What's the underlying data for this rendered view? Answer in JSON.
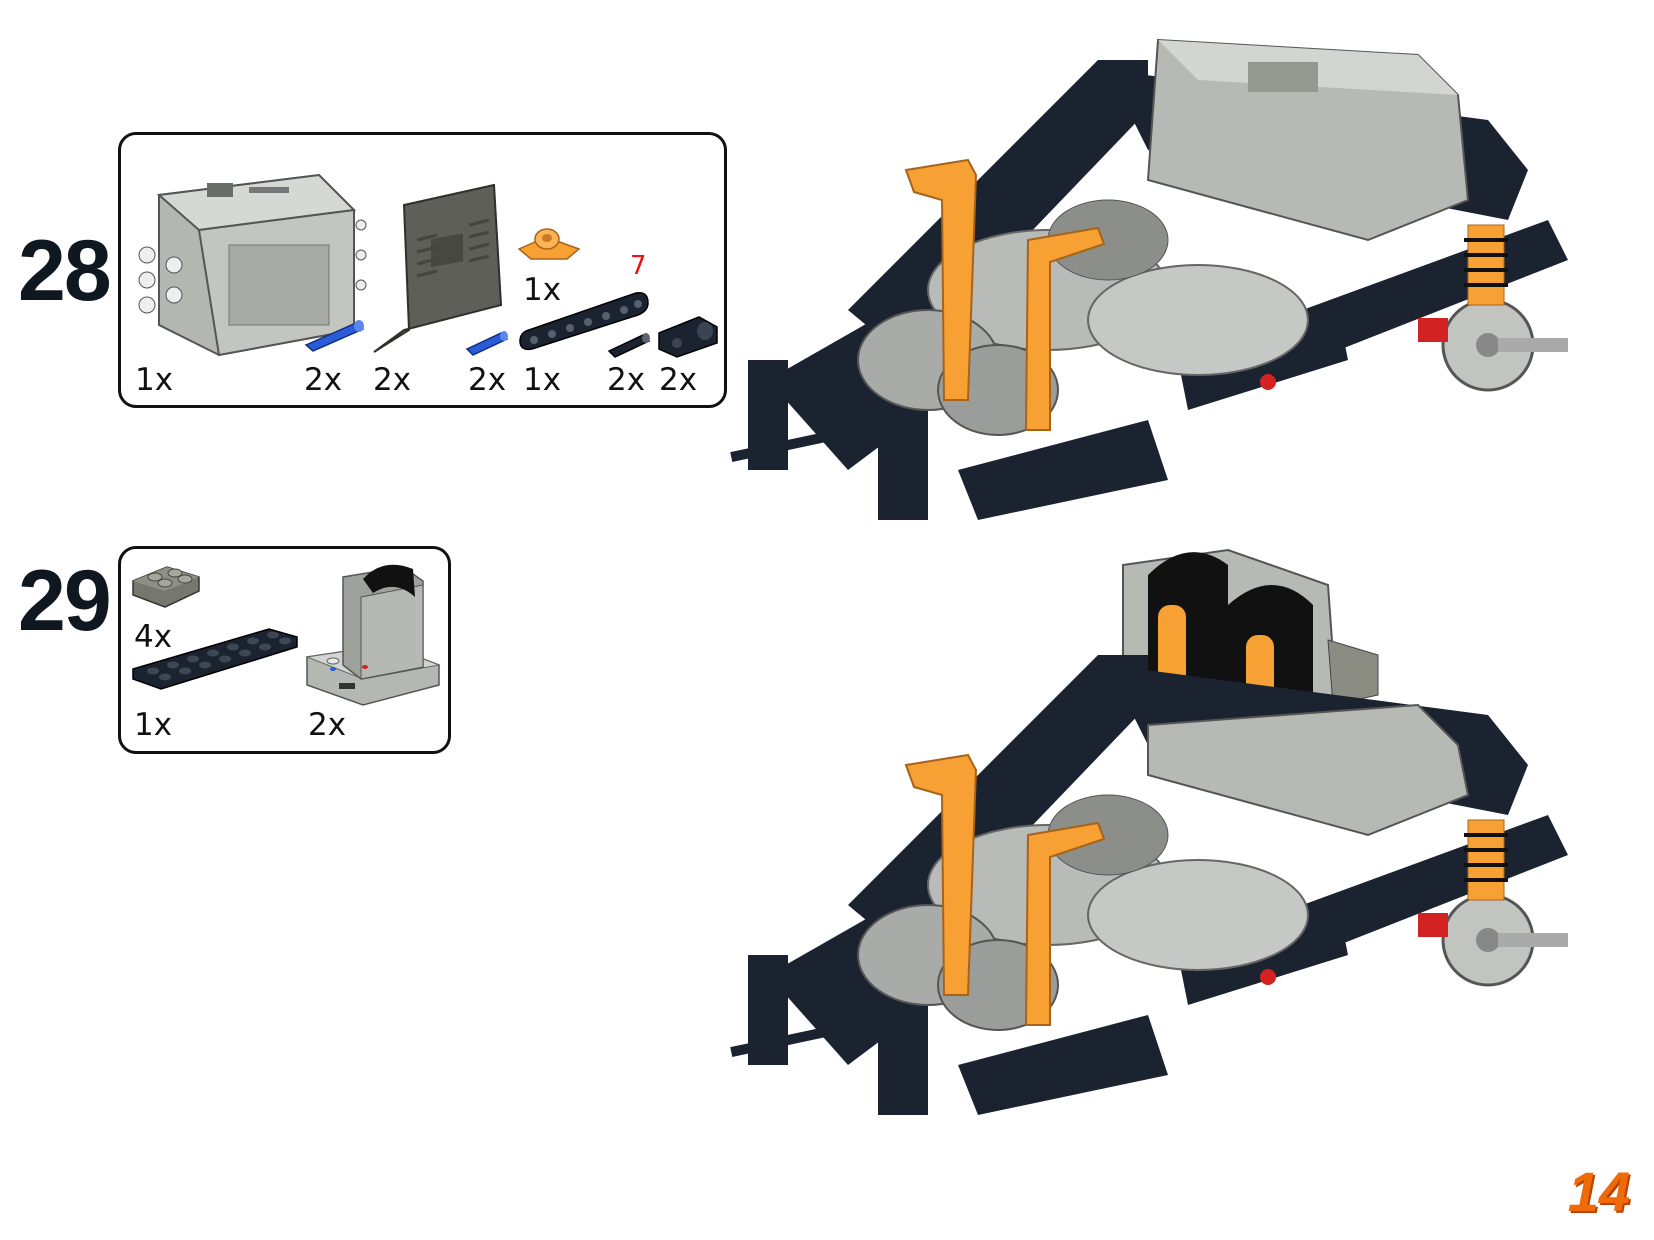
{
  "steps": [
    {
      "number": "28",
      "parts": [
        {
          "qty": "1x",
          "icon": "battery-box-icon"
        },
        {
          "qty": "2x",
          "icon": "blue-axle-pin-icon"
        },
        {
          "qty": "2x",
          "icon": "battery-cover-panel-icon"
        },
        {
          "qty": "2x",
          "icon": "blue-pin-icon"
        },
        {
          "qty": "1x",
          "icon": "orange-connector-icon"
        },
        {
          "qty": "1x",
          "icon": "liftarm-7-icon",
          "length": "7"
        },
        {
          "qty": "2x",
          "icon": "black-pin-icon"
        },
        {
          "qty": "2x",
          "icon": "black-cross-block-icon"
        }
      ]
    },
    {
      "number": "29",
      "parts": [
        {
          "qty": "4x",
          "icon": "grey-plate-2x2-icon"
        },
        {
          "qty": "1x",
          "icon": "black-plate-2x8-icon"
        },
        {
          "qty": "2x",
          "icon": "ir-receiver-icon"
        }
      ]
    }
  ],
  "page_number": "14",
  "colors": {
    "frame_black": "#1b2330",
    "orange": "#f7a034",
    "light_grey": "#bfc1bd",
    "dark_grey": "#5e6058",
    "blue": "#2a5bd8",
    "red": "#d22222",
    "page_number": "#f06a0a"
  }
}
